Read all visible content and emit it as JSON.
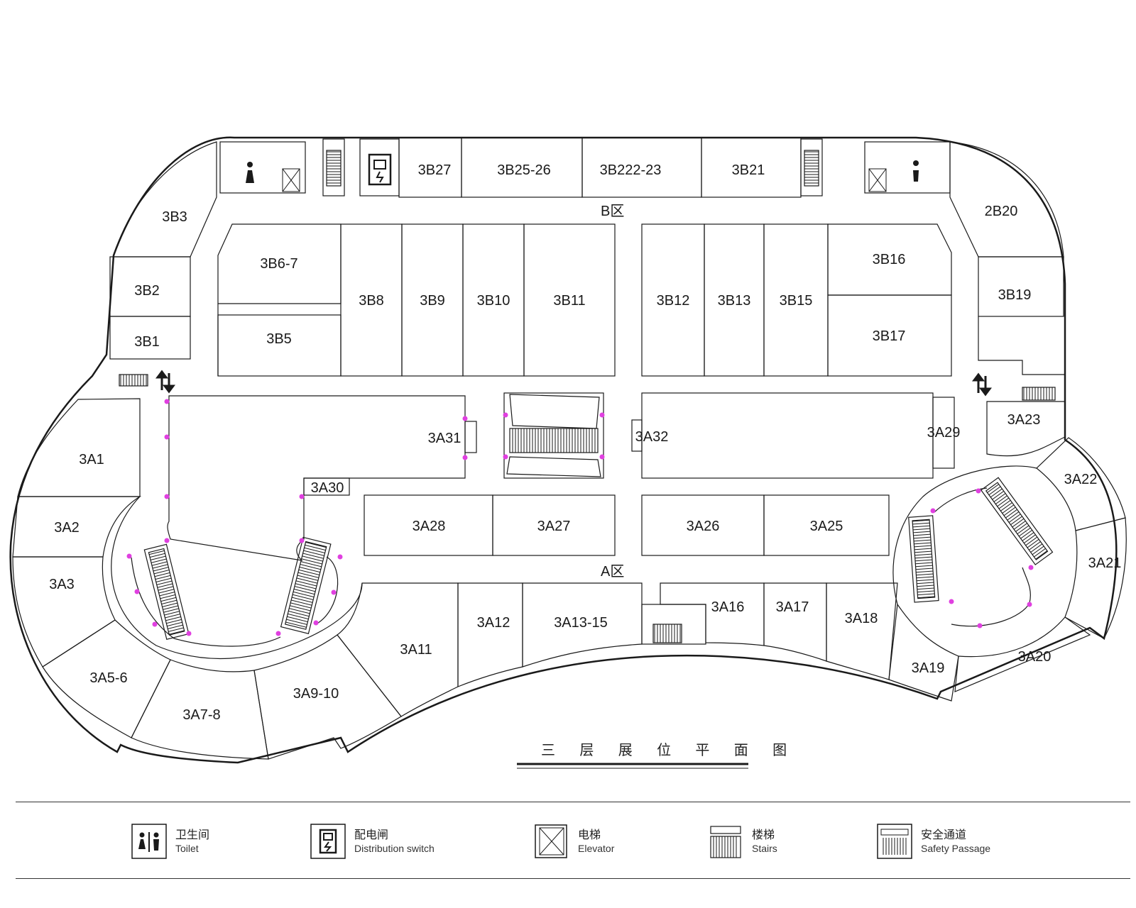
{
  "map": {
    "zones": {
      "b": "B区",
      "a": "A区"
    },
    "title": "三 层 展 位 平 面 图",
    "booths": {
      "b27": "3B27",
      "b25": "3B25-26",
      "b222": "3B222-23",
      "b21": "3B21",
      "b3": "3B3",
      "b20": "2B20",
      "b2": "3B2",
      "b1": "3B1",
      "b67": "3B6-7",
      "b5": "3B5",
      "b8": "3B8",
      "b9": "3B9",
      "b10": "3B10",
      "b11": "3B11",
      "b12": "3B12",
      "b13": "3B13",
      "b15": "3B15",
      "b16": "3B16",
      "b17": "3B17",
      "b19": "3B19",
      "a1": "3A1",
      "a2": "3A2",
      "a3": "3A3",
      "a56": "3A5-6",
      "a78": "3A7-8",
      "a910": "3A9-10",
      "a11": "3A11",
      "a12": "3A12",
      "a1315": "3A13-15",
      "a16": "3A16",
      "a17": "3A17",
      "a18": "3A18",
      "a19": "3A19",
      "a20": "3A20",
      "a21": "3A21",
      "a22": "3A22",
      "a23": "3A23",
      "a25": "3A25",
      "a26": "3A26",
      "a27": "3A27",
      "a28": "3A28",
      "a29": "3A29",
      "a30": "3A30",
      "a31": "3A31",
      "a32": "3A32"
    }
  },
  "legend": [
    {
      "icon": "toilet-icon",
      "cn": "卫生间",
      "en": "Toilet"
    },
    {
      "icon": "distribution-switch-icon",
      "cn": "配电闸",
      "en": "Distribution switch"
    },
    {
      "icon": "elevator-icon",
      "cn": "电梯",
      "en": "Elevator"
    },
    {
      "icon": "stairs-icon",
      "cn": "楼梯",
      "en": "Stairs"
    },
    {
      "icon": "safety-passage-icon",
      "cn": "安全通道",
      "en": "Safety Passage"
    }
  ],
  "colors": {
    "line": "#1a1a1a",
    "marker": "#e040e0"
  }
}
